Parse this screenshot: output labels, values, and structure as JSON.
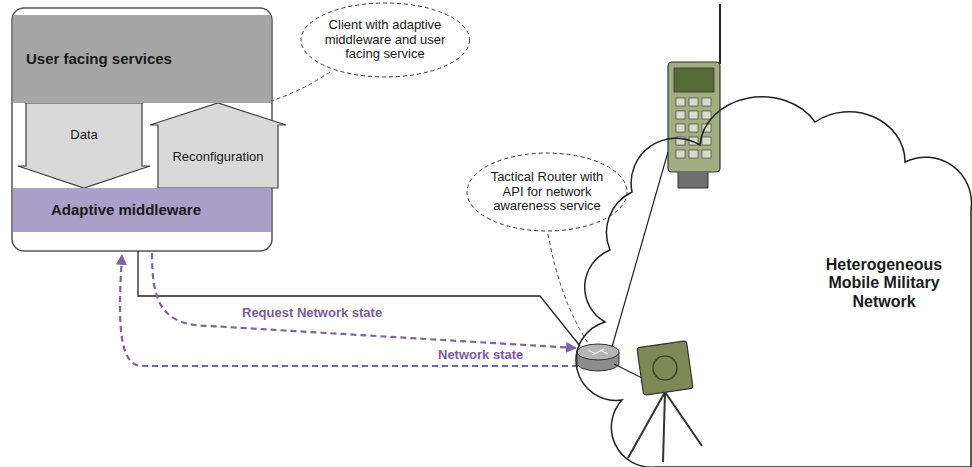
{
  "diagram": {
    "nodes": [
      {
        "text": [
          "User facing services"
        ]
      },
      {
        "text": [
          "Adaptive middleware"
        ]
      },
      {
        "text": [
          "Client with adaptive middleware and user facing service"
        ]
      },
      {
        "text": [
          "Tactical Router with API for network awareness service"
        ]
      },
      {
        "text": [
          "Heterogeneous Mobile Military Network"
        ]
      }
    ],
    "edges": [
      {
        "from": 0,
        "to": 1,
        "label": "Data",
        "arrow": "to"
      },
      {
        "from": 1,
        "to": 0,
        "label": "Reconfiguration",
        "arrow": "to"
      }
    ],
    "labels": [
      "Request Network state",
      "Network state"
    ]
  }
}
